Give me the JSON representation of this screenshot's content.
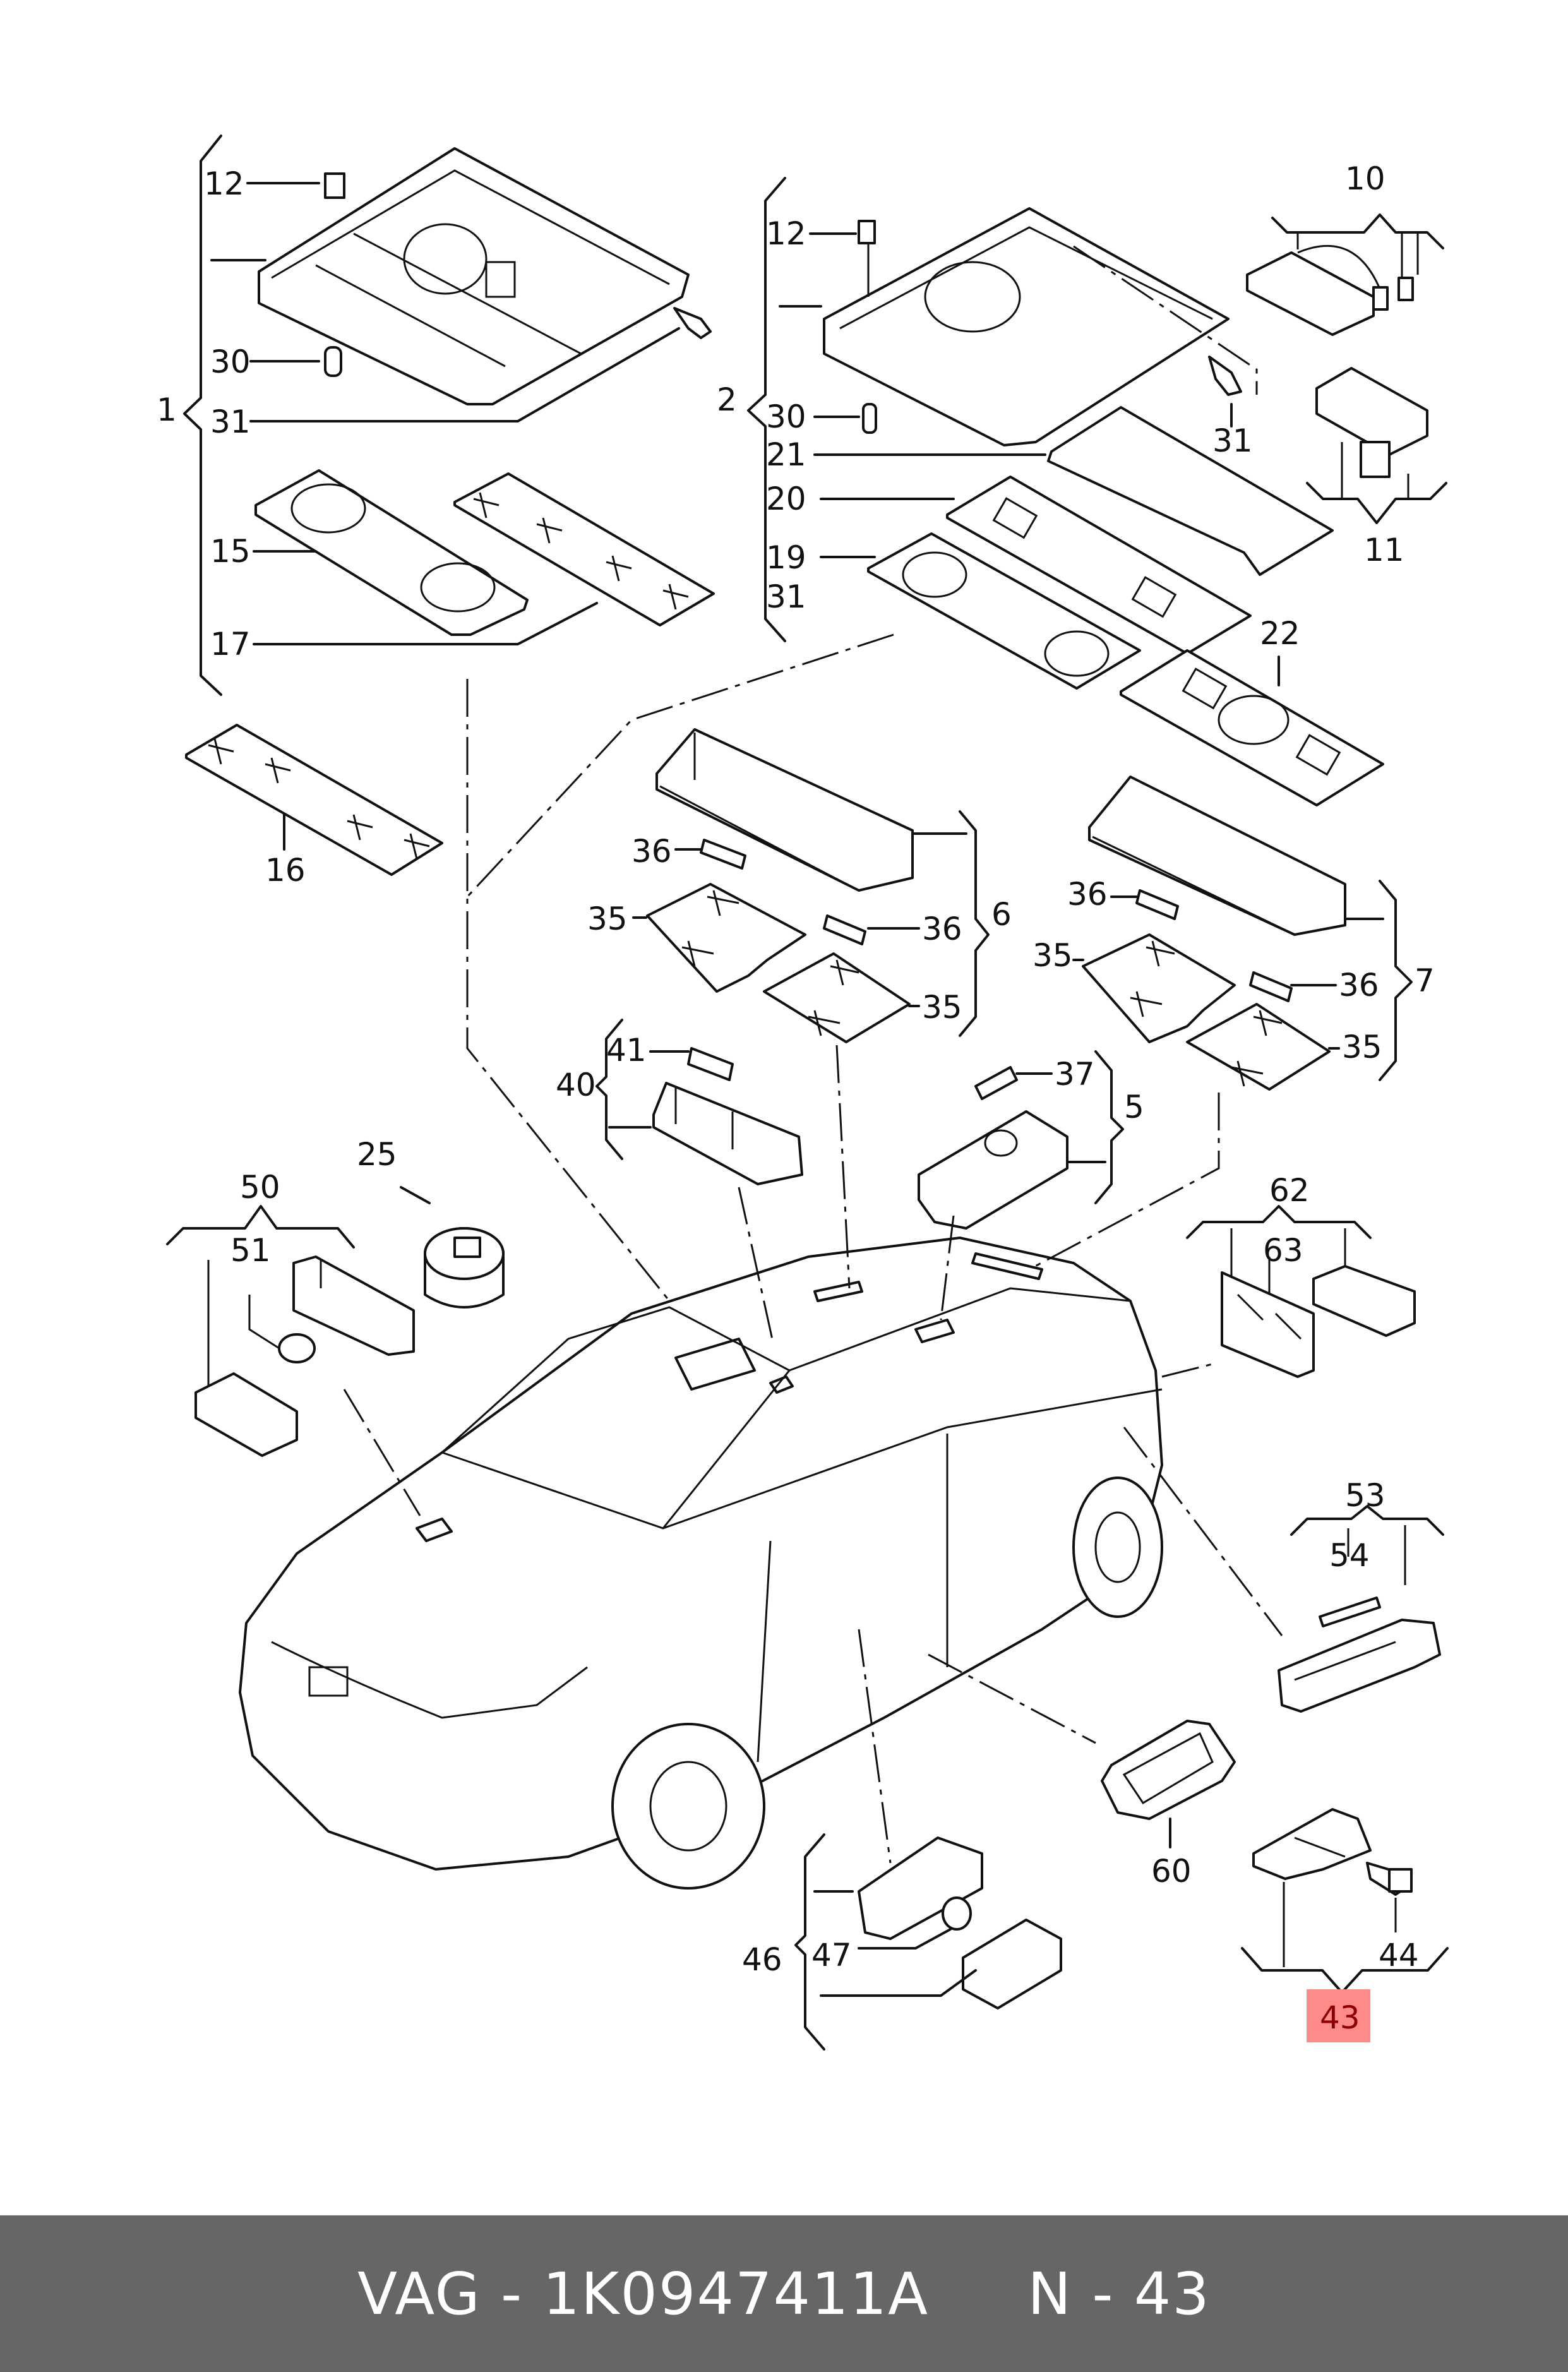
{
  "diagram": {
    "callouts": {
      "c1": "1",
      "c2": "2",
      "c10": "10",
      "c11": "11",
      "c12a": "12",
      "c12b": "12",
      "c30a": "30",
      "c30b": "30",
      "c31a": "31",
      "c31b": "31",
      "c31c": "31",
      "c15": "15",
      "c16": "16",
      "c17": "17",
      "c19": "19",
      "c20": "20",
      "c21": "21",
      "c22": "22",
      "c36a": "36",
      "c36b": "36",
      "c36c": "36",
      "c36d": "36",
      "c35a": "35",
      "c35b": "35",
      "c35c": "35",
      "c35d": "35",
      "c6": "6",
      "c7": "7",
      "c41": "41",
      "c40": "40",
      "c37": "37",
      "c5": "5",
      "c25": "25",
      "c50": "50",
      "c51": "51",
      "c62": "62",
      "c63": "63",
      "c53": "53",
      "c54": "54",
      "c60": "60",
      "c46": "46",
      "c47": "47",
      "c44": "44",
      "c43": "43"
    },
    "highlighted_callout": "43",
    "highlight_color": "#ff8a8a"
  },
  "footer": {
    "text": "VAG - 1K0947411A     N - 43",
    "background": "#666666"
  }
}
